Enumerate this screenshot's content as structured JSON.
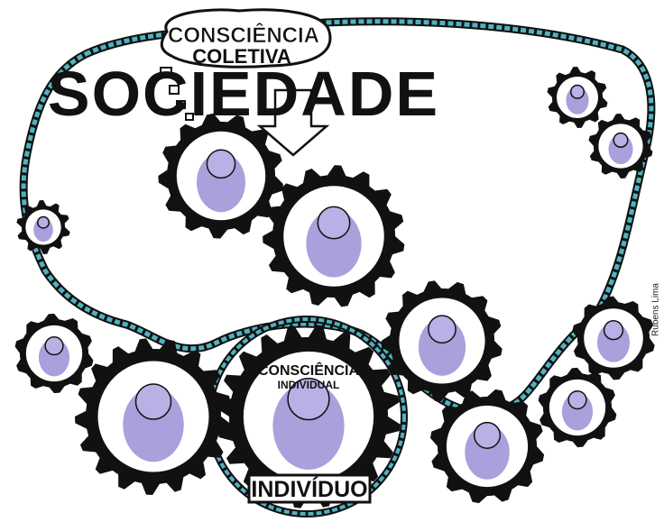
{
  "header": {
    "bubble_line1": "CONSCIÊNCIA",
    "bubble_line2": "COLETIVA",
    "title": "SOCIEDADE"
  },
  "center_gear": {
    "arc_line1": "CONSCIÊNCIA",
    "arc_line2": "INDIVIDUAL",
    "label": "INDIVÍDUO"
  },
  "credit": "Rubens Lima",
  "colors": {
    "ink": "#111111",
    "chain": "#4fb3c0",
    "figure": "#9b8fd6",
    "paper": "#ffffff"
  }
}
